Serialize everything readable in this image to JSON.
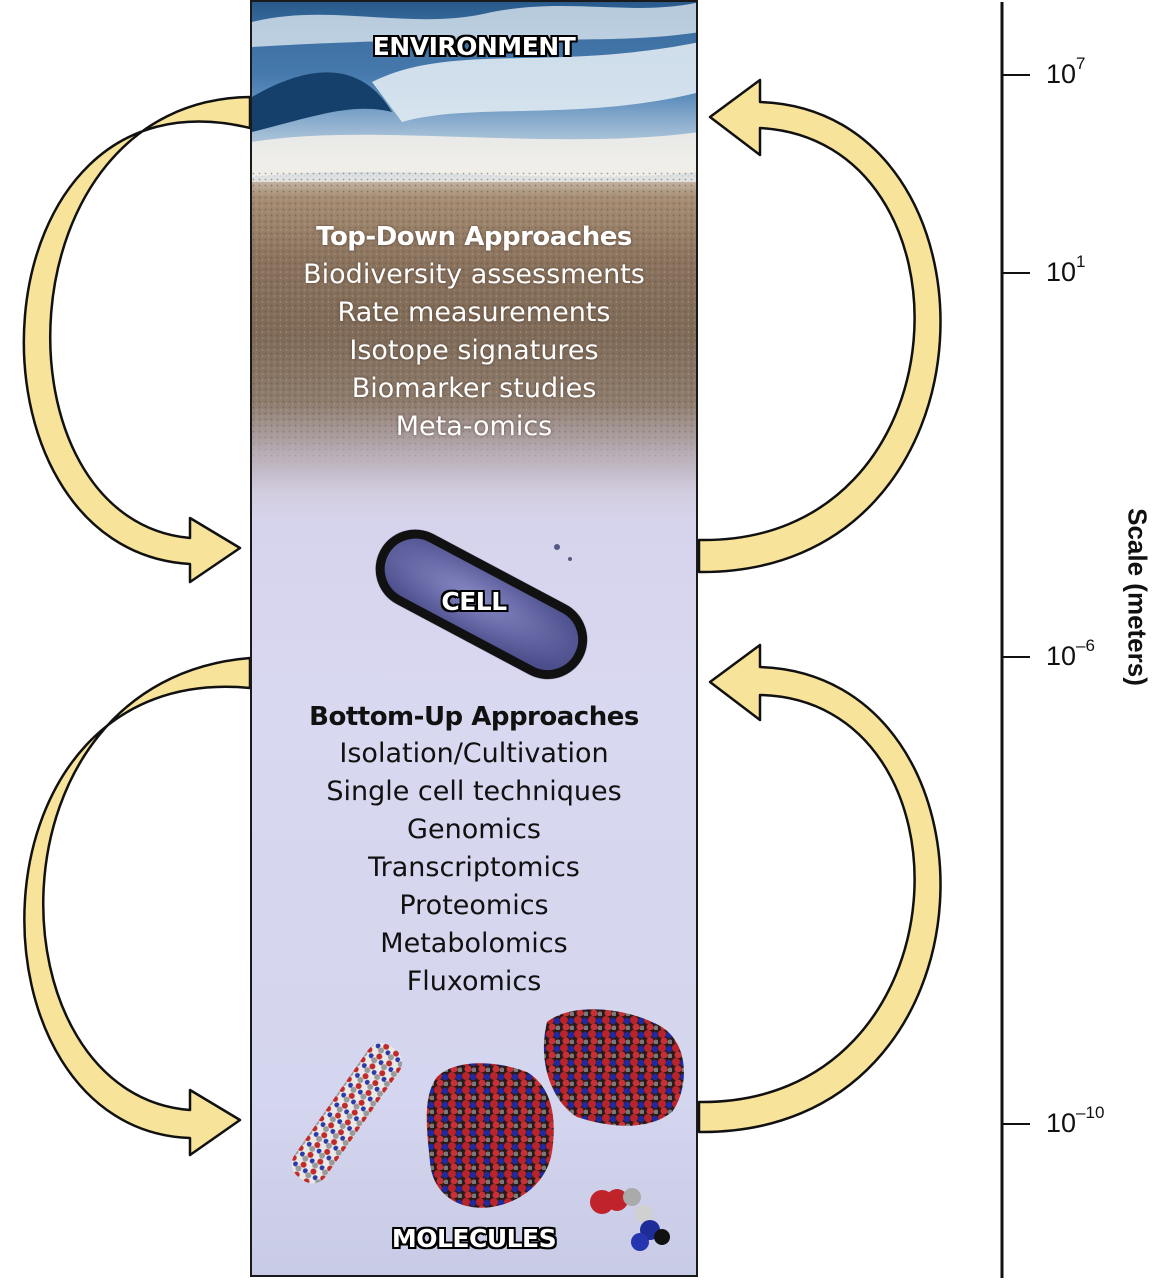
{
  "panel": {
    "environment_label": "ENVIRONMENT",
    "cell_label": "CELL",
    "molecules_label": "MOLECULES",
    "top_down": {
      "heading": "Top-Down Approaches",
      "items": [
        "Biodiversity assessments",
        "Rate measurements",
        "Isotope signatures",
        "Biomarker studies",
        "Meta-omics"
      ]
    },
    "bottom_up": {
      "heading": "Bottom-Up Approaches",
      "items": [
        "Isolation/Cultivation",
        "Single cell techniques",
        "Genomics",
        "Transcriptomics",
        "Proteomics",
        "Metabolomics",
        "Fluxomics"
      ]
    }
  },
  "scale": {
    "title": "Scale (meters)",
    "ticks": [
      {
        "base": "10",
        "exp": "7"
      },
      {
        "base": "10",
        "exp": "1"
      },
      {
        "base": "10",
        "exp": "–6"
      },
      {
        "base": "10",
        "exp": "–10"
      }
    ]
  },
  "colors": {
    "arrow_fill": "#f7e39a",
    "arrow_stroke": "#111111",
    "panel_lavender": "#d8d8f0",
    "sand": "#8a735e",
    "ocean": "#3f6f9f"
  },
  "icons": [
    "wave-image",
    "sand-image",
    "bacterium-cell-image",
    "protein-molecule-image",
    "small-molecule-image"
  ]
}
